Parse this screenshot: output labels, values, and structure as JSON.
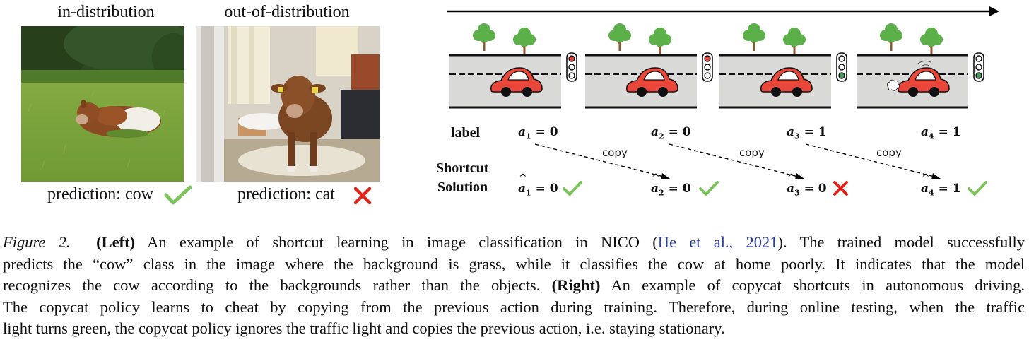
{
  "left_panel": {
    "in_distribution": {
      "title": "in-distribution",
      "prediction": "prediction: cow",
      "result": "correct",
      "check_color": "#7cc45a"
    },
    "out_of_distribution": {
      "title": "out-of-distribution",
      "prediction": "prediction: cat",
      "result": "wrong",
      "cross_color": "#e2231a"
    }
  },
  "right_panel": {
    "label_row_title": "label",
    "shortcut_row_title_1": "Shortcut",
    "shortcut_row_title_2": "Solution",
    "copy_text": "copy",
    "frames": [
      {
        "label_var": "a",
        "index": "1",
        "label_value": "0",
        "pred_value": "0",
        "result": "correct",
        "light": "red"
      },
      {
        "label_var": "a",
        "index": "2",
        "label_value": "0",
        "pred_value": "0",
        "result": "correct",
        "light": "red"
      },
      {
        "label_var": "a",
        "index": "3",
        "label_value": "1",
        "pred_value": "0",
        "result": "wrong",
        "light": "green"
      },
      {
        "label_var": "a",
        "index": "4",
        "label_value": "1",
        "pred_value": "1",
        "result": "correct",
        "light": "green"
      }
    ],
    "colors": {
      "car": "#e8473a",
      "road": "#d9d9d7",
      "tree": "#5cb04a",
      "trunk": "#8a5a2b",
      "light_red": "#e8473a",
      "light_green": "#4a9b5a"
    }
  },
  "caption": {
    "fig_label": "Figure 2.",
    "left_tag": "(Left)",
    "part1": " An example of shortcut learning in image classification in NICO (",
    "cite": "He et al., 2021",
    "part2": "). The trained model successfully",
    "line2": "predicts the “cow” class in the image where the background is grass, while it classifies the cow at home poorly. It indicates that the model",
    "line3a": "recognizes the cow according to the backgrounds rather than the objects. ",
    "right_tag": "(Right)",
    "line3b": " An example of copycat shortcuts in autonomous driving.",
    "line4": "The copycat policy learns to cheat by copying from the previous action during training. Therefore, during online testing, when the traffic",
    "line5": "light turns green, the copycat policy ignores the traffic light and copies the previous action, i.e. staying stationary."
  }
}
